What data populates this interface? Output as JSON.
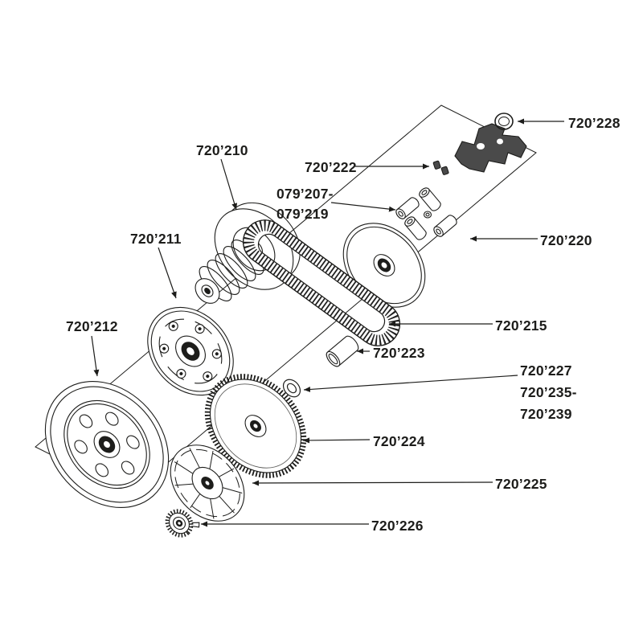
{
  "page": {
    "background": "#ffffff",
    "line_color": "#1d1d1b",
    "dark_fill": "#4a4a4a"
  },
  "labels": {
    "p720228": "720’228",
    "p720210": "720’210",
    "p720222": "720’222",
    "p079207": "079’207-",
    "p079219": "079’219",
    "p720220": "720’220",
    "p720211": "720’211",
    "p720215": "720’215",
    "p720212": "720’212",
    "p720223": "720’223",
    "p720227": "720’227",
    "p720235": "720’235-",
    "p720239": "720’239",
    "p720224": "720’224",
    "p720225": "720’225",
    "p720226": "720’226"
  }
}
